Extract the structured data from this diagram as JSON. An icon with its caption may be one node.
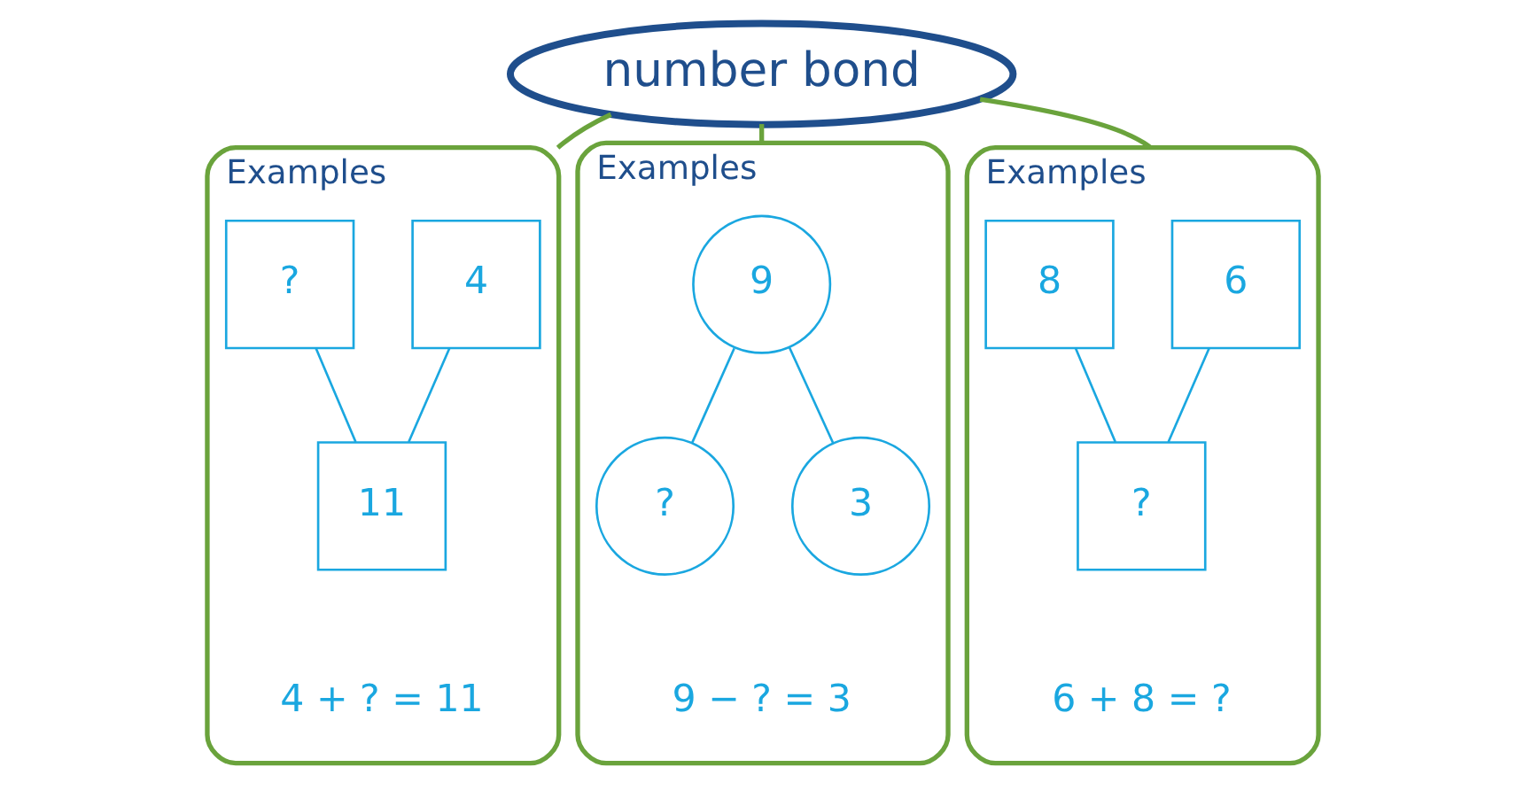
{
  "diagram": {
    "nodes": [
      {
        "text": [
          "number bond"
        ]
      },
      {
        "text": [
          "Examples",
          "4 + ? = 11"
        ]
      },
      {
        "text": [
          "4"
        ],
        "in": 1
      },
      {
        "text": [
          "?"
        ],
        "in": 1
      },
      {
        "text": [
          "11"
        ],
        "in": 1
      },
      {
        "text": [
          "Examples",
          "9 − ? = 3"
        ]
      },
      {
        "text": [
          "9"
        ],
        "in": 5
      },
      {
        "text": [
          "?"
        ],
        "in": 5
      },
      {
        "text": [
          "3"
        ],
        "in": 5
      },
      {
        "text": [
          "Examples",
          "6 + 8 = ?"
        ]
      },
      {
        "text": [
          "6"
        ],
        "in": 9
      },
      {
        "text": [
          "8"
        ],
        "in": 9
      },
      {
        "text": [
          "?"
        ],
        "in": 9
      }
    ],
    "edges": [
      {
        "from": 0,
        "to": 1,
        "arrow": "none",
        "color": "#6aa33c"
      },
      {
        "from": 0,
        "to": 5,
        "arrow": "none",
        "color": "#6aa33c"
      },
      {
        "from": 0,
        "to": 9,
        "arrow": "none",
        "color": "#6aa33c"
      },
      {
        "from": 2,
        "to": 4,
        "arrow": "none"
      },
      {
        "from": 3,
        "to": 4,
        "arrow": "none"
      },
      {
        "from": 6,
        "to": 7,
        "arrow": "none"
      },
      {
        "from": 6,
        "to": 8,
        "arrow": "none"
      },
      {
        "from": 10,
        "to": 12,
        "arrow": "none"
      },
      {
        "from": 11,
        "to": 12,
        "arrow": "none"
      }
    ]
  }
}
